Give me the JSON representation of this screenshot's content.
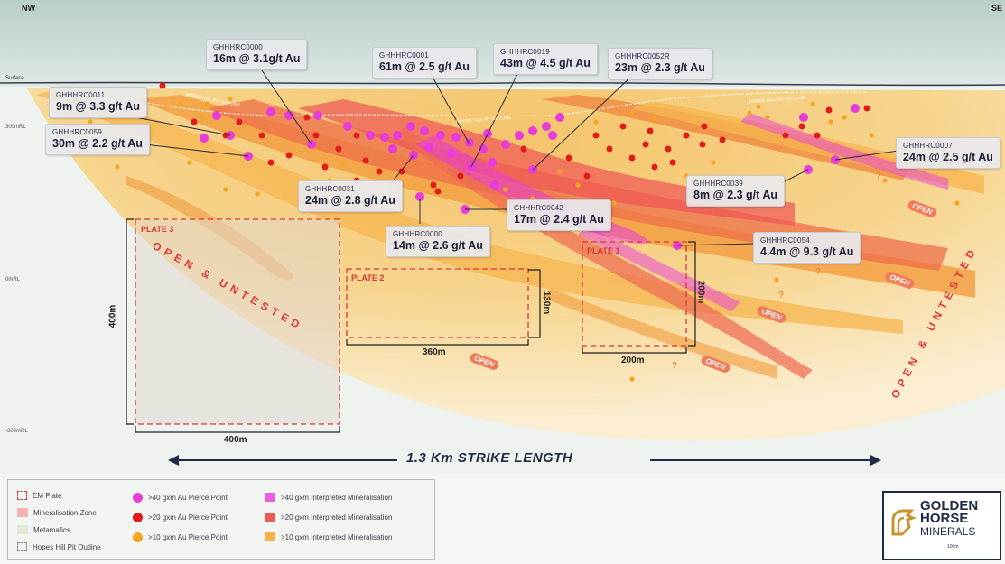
{
  "compass": {
    "left": "NW",
    "right": "SE"
  },
  "surface_label": "Surface",
  "rl_labels": [
    "300mRL",
    "0mRL",
    "-300mRL"
  ],
  "pit_outline_labels": [
    "HOPES HILL PIT OUTLINE",
    "HOPES HILL PIT OUTLINE",
    "HOPES HILL PIT OUTLINE"
  ],
  "intercepts": [
    {
      "hole": "GHHHRC0000",
      "result": "16m @ 3.1g/t Au"
    },
    {
      "hole": "GHHHRC0001",
      "result": "61m @ 2.5 g/t Au"
    },
    {
      "hole": "GHHHRC0019",
      "result": "43m @ 4.5 g/t Au"
    },
    {
      "hole": "GHHHRC0052R",
      "result": "23m @ 2.3 g/t Au"
    },
    {
      "hole": "GHHHRC0011",
      "result": "9m @ 3.3 g/t Au"
    },
    {
      "hole": "GHHHRC0059",
      "result": "30m @ 2.2 g/t Au"
    },
    {
      "hole": "GHHHRC0007",
      "result": "24m @ 2.5 g/t Au"
    },
    {
      "hole": "GHHHRC0039",
      "result": "8m @ 2.3 g/t Au"
    },
    {
      "hole": "GHHHRC0031",
      "result": "24m @ 2.8 g/t Au"
    },
    {
      "hole": "GHHHRC0042",
      "result": "17m @ 2.4 g/t Au"
    },
    {
      "hole": "GHHHRC0000",
      "result": "14m @ 2.6 g/t Au"
    },
    {
      "hole": "GHHHRC0054",
      "result": "4.4m @ 9.3 g/t Au"
    }
  ],
  "plates": [
    {
      "label": "PLATE 3",
      "width": "400m",
      "height": "400m"
    },
    {
      "label": "PLATE 2",
      "width": "360m",
      "height": "130m"
    },
    {
      "label": "PLATE 1",
      "width": "200m",
      "height": "200m"
    }
  ],
  "open_untested_left": "OPEN & UNTESTED",
  "open_untested_right": "OPEN & UNTESTED",
  "open_tag": "OPEN",
  "question_mark": "?",
  "strike_length": "1.3 Km STRIKE LENGTH",
  "legend": {
    "col1": [
      "EM Plate",
      "Mineralisation Zone",
      "Metamafics",
      "Hopes Hill Pit Outline"
    ],
    "col2": [
      ">40 gxm Au Pierce Point",
      ">20 gxm Au Pierce Point",
      ">10 gxm Au Pierce Point"
    ],
    "col3": [
      ">40 gxm Interpreted Mineralisation",
      ">20 gxm Interpreted Mineralisation",
      ">10 gxm Interpreted Mineralisation"
    ]
  },
  "logo": {
    "line1": "GOLDEN",
    "line2": "HORSE",
    "line3": "MINERALS",
    "scale": "100m"
  },
  "colors": {
    "magenta": "#e83bdc",
    "red": "#e01c1c",
    "orange": "#f5a520",
    "plate_red": "#d9373a",
    "navy": "#1f2a44",
    "gold": "#c8962c"
  }
}
